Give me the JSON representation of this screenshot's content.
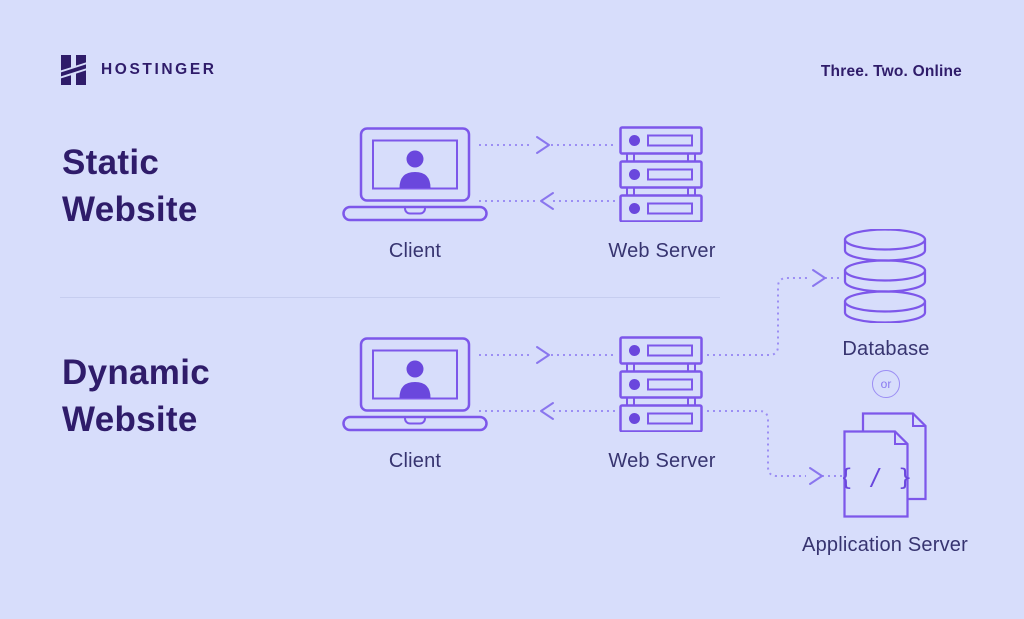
{
  "header": {
    "brand": "HOSTINGER",
    "tagline": "Three. Two. Online"
  },
  "static_section": {
    "title_line1": "Static",
    "title_line2": "Website",
    "client_label": "Client",
    "web_server_label": "Web Server"
  },
  "dynamic_section": {
    "title_line1": "Dynamic",
    "title_line2": "Website",
    "client_label": "Client",
    "web_server_label": "Web Server",
    "database_label": "Database",
    "or_label": "or",
    "application_server_label": "Application Server",
    "code_glyph": "{ / }"
  },
  "colors": {
    "background": "#d7ddfb",
    "icon_outline": "#7d57ea",
    "icon_solid_fill": "#6a47dd",
    "dashed_line": "#9c8ef4",
    "heading_text": "#2f1c6a",
    "label_text": "#373470"
  }
}
